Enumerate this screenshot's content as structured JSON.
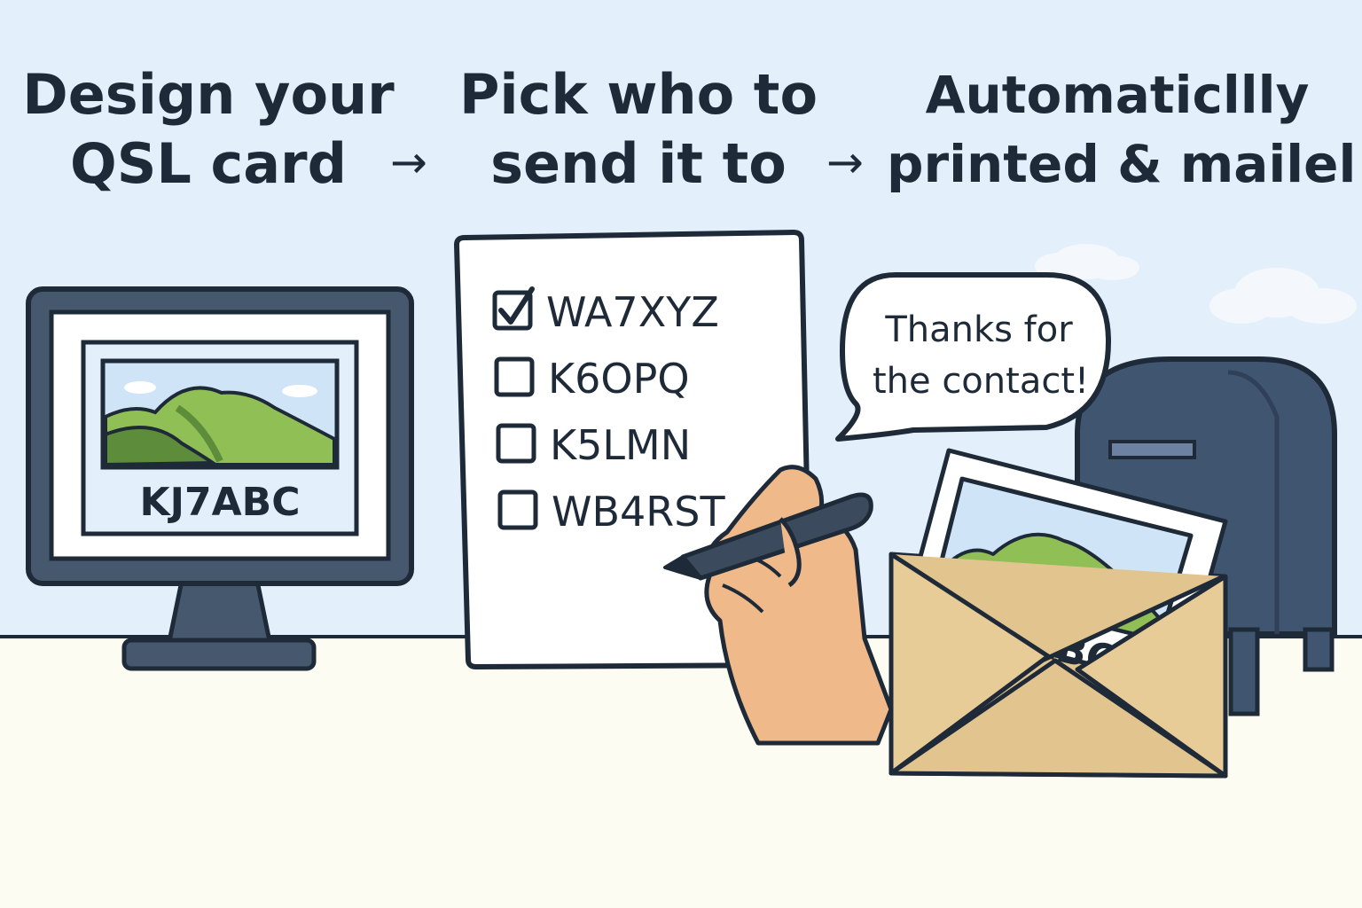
{
  "steps": [
    {
      "line1": "Design your",
      "line2": "QSL card"
    },
    {
      "line1": "Pick who to",
      "line2": "send it to"
    },
    {
      "line1": "Automaticllly",
      "line2": "printed & mailel"
    }
  ],
  "arrow_glyph": "→",
  "card_callsign": "KJ7ABC",
  "recipients": [
    {
      "callsign": "WA7XYZ",
      "checked": true
    },
    {
      "callsign": "K6OPQ",
      "checked": false
    },
    {
      "callsign": "K5LMN",
      "checked": false
    },
    {
      "callsign": "WB4RST",
      "checked": false
    }
  ],
  "speech_bubble": {
    "line1": "Thanks for",
    "line2": "the contact!"
  },
  "envelope_card_callsign": "KJABC",
  "colors": {
    "sky": "#e3effb",
    "desk": "#fdfcf3",
    "outline": "#1e2a38",
    "monitor": "#46586d",
    "mailbox": "#3f5570",
    "hill_light": "#8fbf55",
    "hill_dark": "#5d8d3a",
    "hand": "#f0b98a",
    "envelope": "#e2c48e",
    "pen": "#3b4a5c"
  }
}
